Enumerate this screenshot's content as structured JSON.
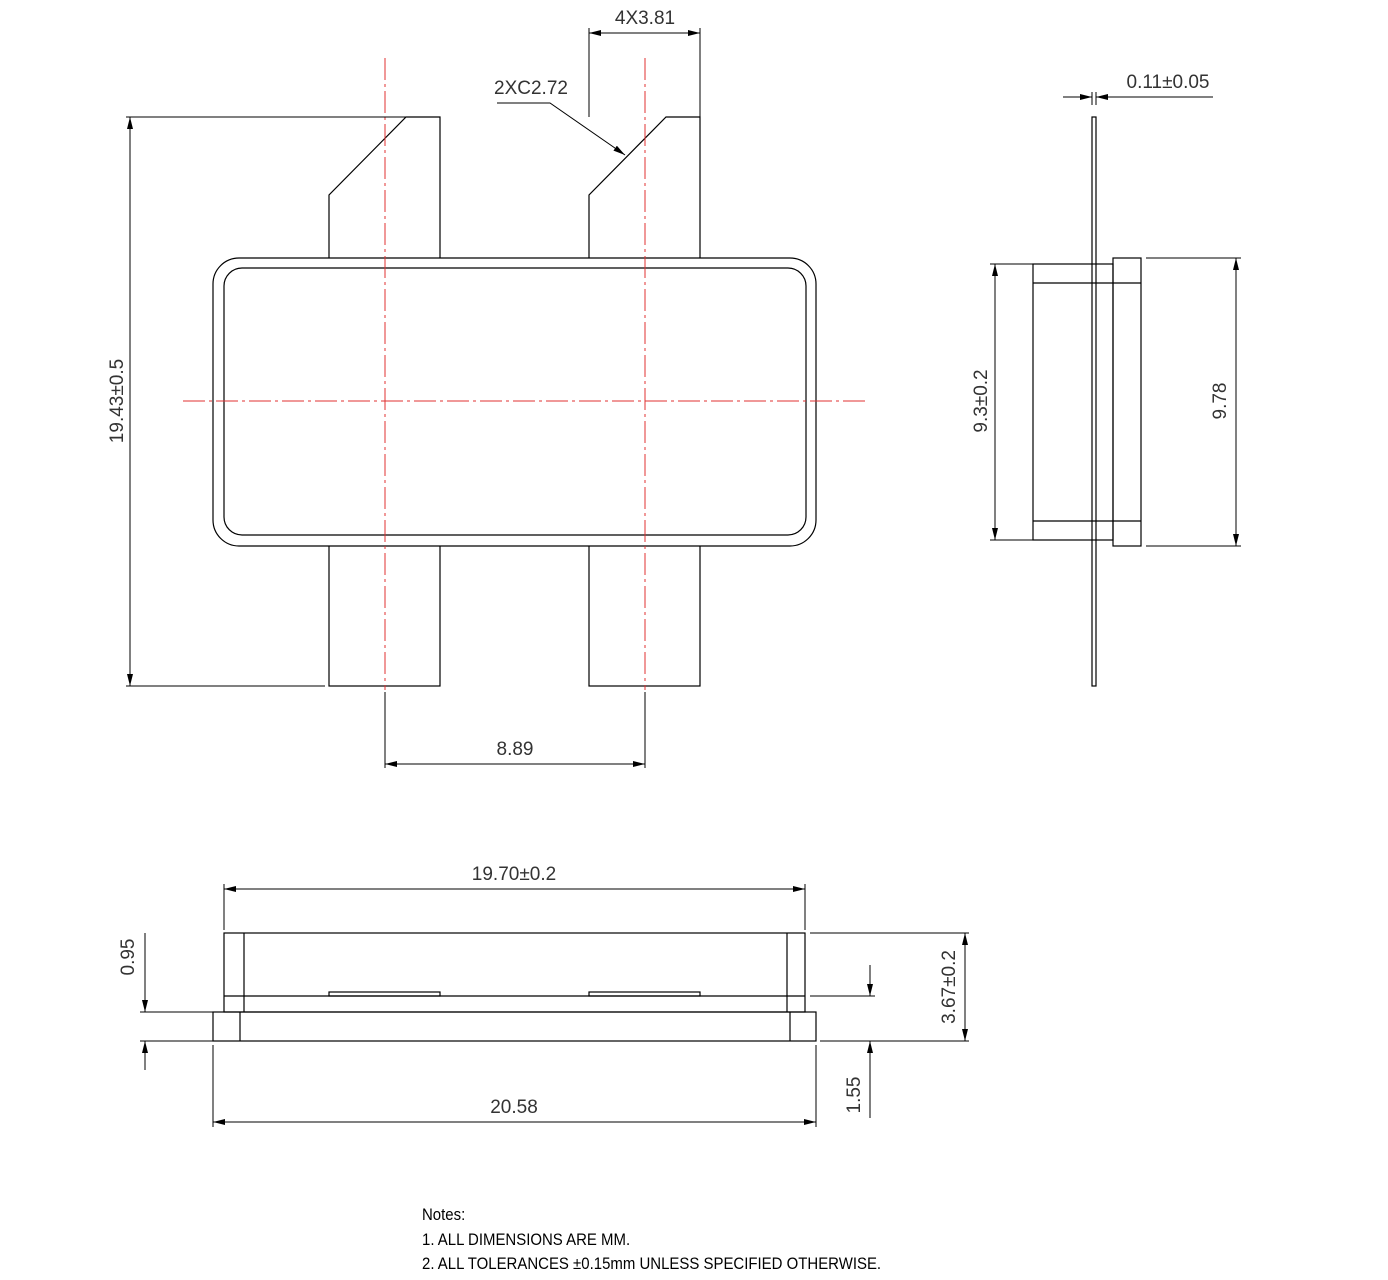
{
  "dimensions": {
    "lead_width": "4X3.81",
    "chamfer": "2XC2.72",
    "overall_height": "19.43±0.5",
    "lead_pitch": "8.89",
    "lead_thickness": "0.11±0.05",
    "body_width_side": "9.3±0.2",
    "flange_width_side": "9.78",
    "body_length": "19.70±0.2",
    "flange_length": "20.58",
    "height_total": "3.67±0.2",
    "flange_thickness": "0.95",
    "lead_height": "1.55"
  },
  "notes": {
    "title": "Notes:",
    "items": [
      "1. ALL DIMENSIONS  ARE MM.",
      "2. ALL TOLERANCES  ±0.15mm  UNLESS SPECIFIED OTHERWISE."
    ]
  },
  "colors": {
    "centerline": "#e03030",
    "outline": "#000000"
  }
}
